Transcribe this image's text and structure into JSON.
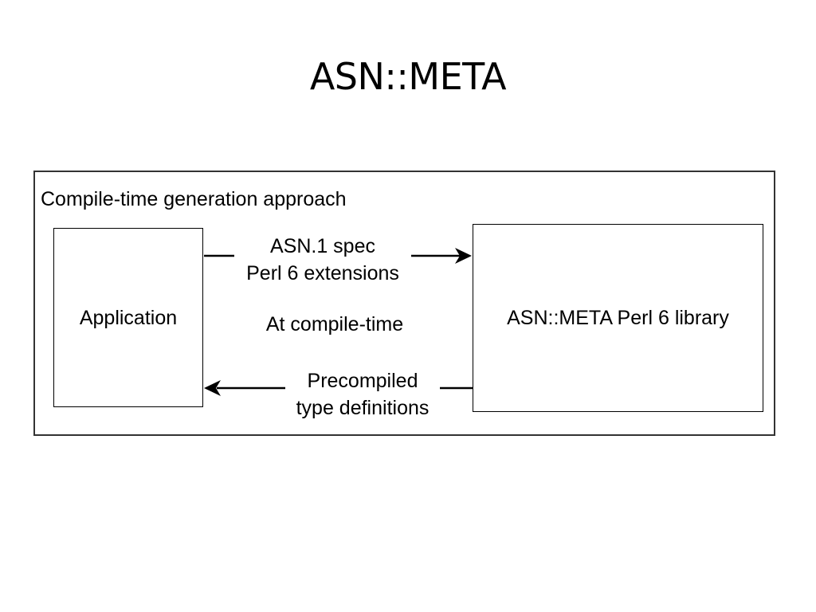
{
  "slide": {
    "title": "ASN::META"
  },
  "diagram": {
    "frame_caption": "Compile-time generation approach",
    "nodes": {
      "application": "Application",
      "library": "ASN::META Perl 6 library"
    },
    "edges": {
      "to_library": {
        "line1": "ASN.1 spec",
        "line2": "Perl 6 extensions"
      },
      "to_application": {
        "line1": "Precompiled",
        "line2": "type definitions"
      }
    },
    "phase_label": "At compile-time"
  }
}
